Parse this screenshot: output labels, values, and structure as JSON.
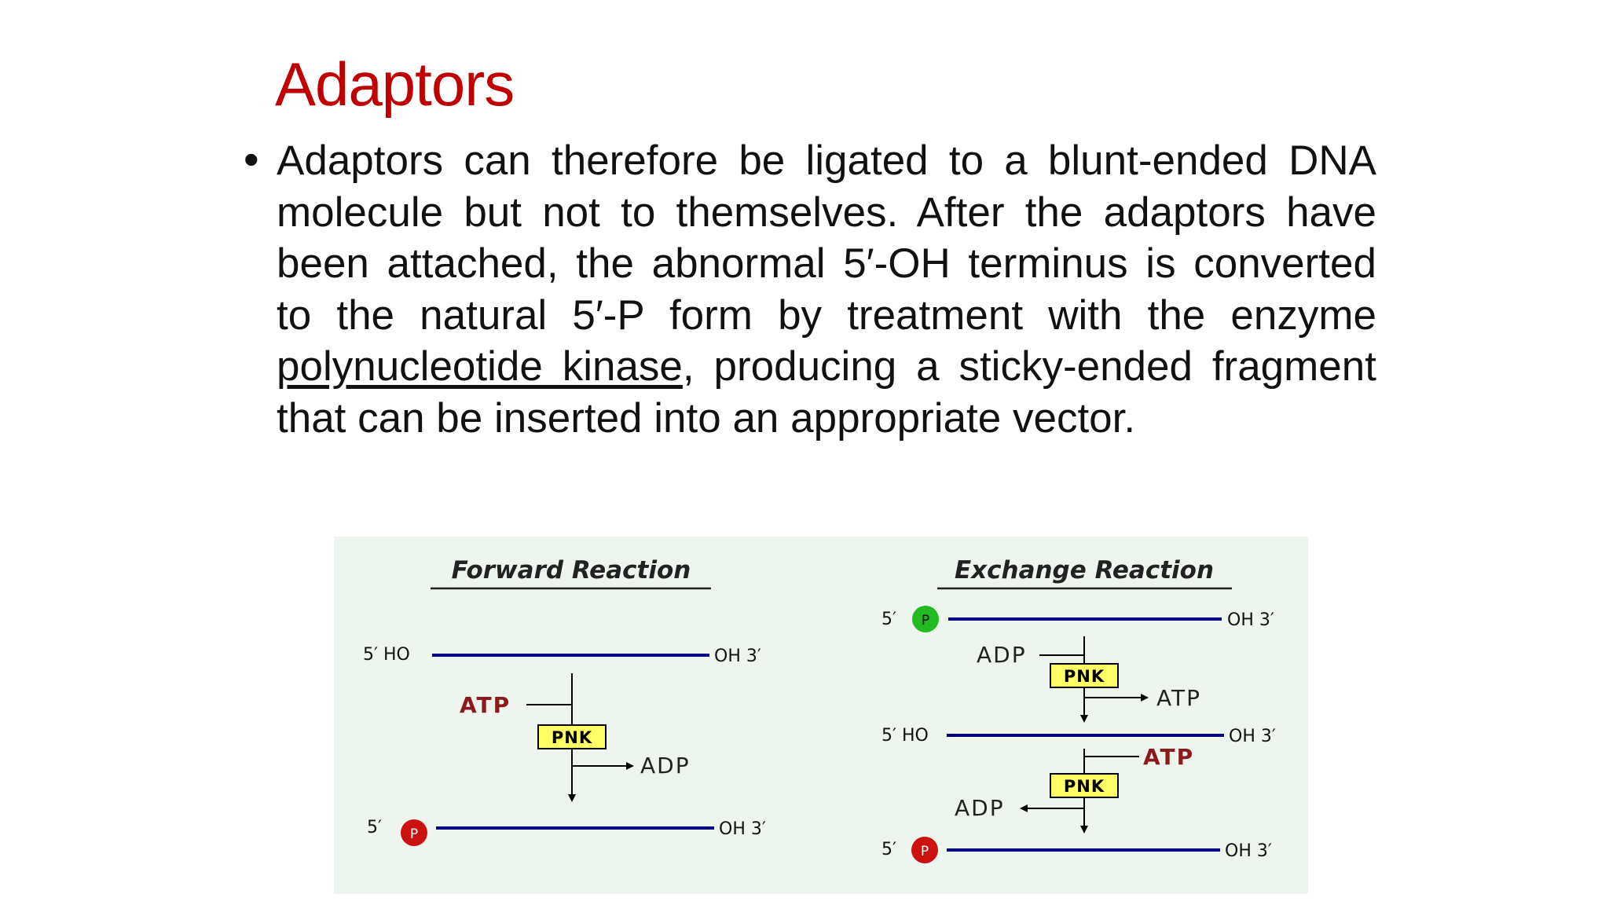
{
  "slide": {
    "title": "Adaptors",
    "title_color": "#c00000",
    "bullet": {
      "symbol": "•",
      "text_before": "Adaptors can therefore be ligated to a blunt-ended DNA molecule but not to themselves. After the adaptors have been attached, the abnormal 5′-OH terminus is converted to the natural 5′-P form by treatment with the enzyme ",
      "underlined": "polynucleotide kinase",
      "text_after": ", producing a sticky-ended fragment that can be inserted into an appropriate vector."
    }
  },
  "figure": {
    "background": "#eef5ee",
    "strand_color": "#000080",
    "phosphate_label": "P",
    "phosphate_green": "#22bb22",
    "phosphate_red": "#cc1111",
    "enzyme_fill": "#ffff66",
    "atp_highlight_color": "#8b1a1a",
    "forward": {
      "title": "Forward Reaction",
      "top_strand": {
        "left": "5′ HO",
        "right": "OH 3′"
      },
      "atp": "ATP",
      "enzyme": "PNK",
      "adp": "ADP",
      "bottom_strand": {
        "left": "5′",
        "right": "OH 3′"
      }
    },
    "exchange": {
      "title": "Exchange Reaction",
      "strand1": {
        "left": "5′",
        "right": "OH 3′"
      },
      "adp_in": "ADP",
      "enzyme1": "PNK",
      "atp_out": "ATP",
      "strand2": {
        "left": "5′ HO",
        "right": "OH 3′"
      },
      "atp_in": "ATP",
      "enzyme2": "PNK",
      "adp_out": "ADP",
      "strand3": {
        "left": "5′",
        "right": "OH 3′"
      }
    }
  }
}
